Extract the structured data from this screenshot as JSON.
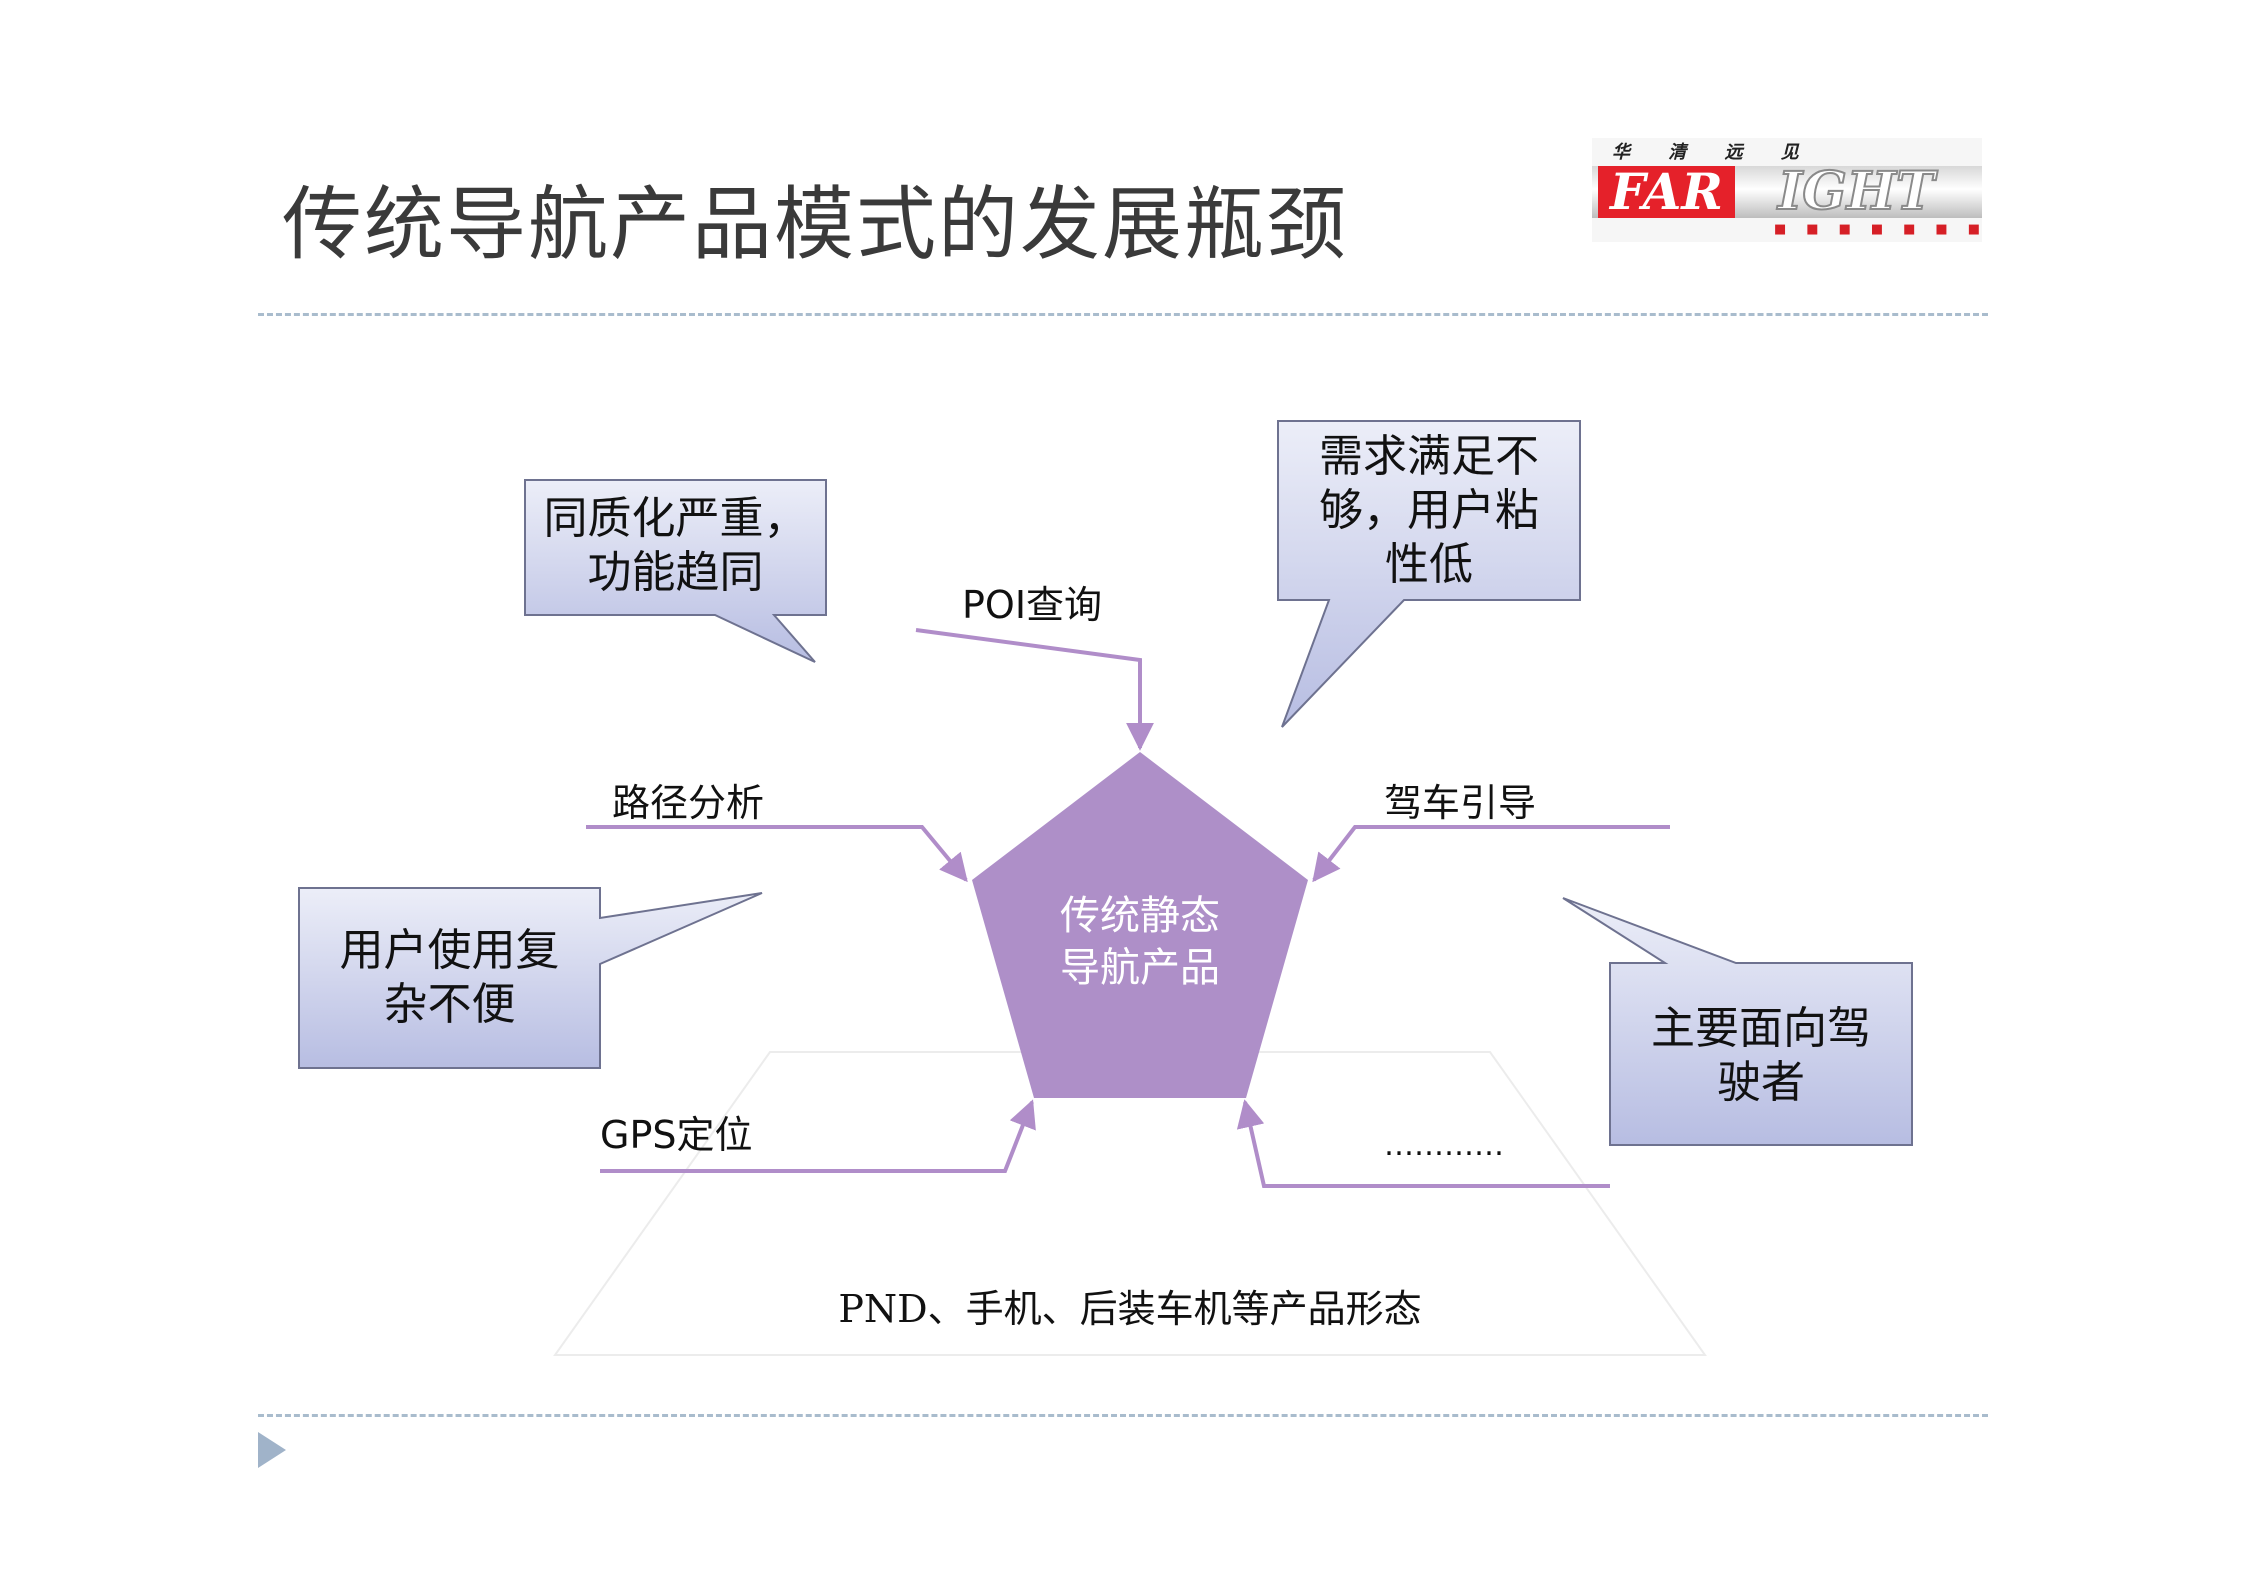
{
  "title": "传统导航产品模式的发展瓶颈",
  "logo": {
    "top_text": "华 清 远 见",
    "brand_left": "FAR",
    "brand_right": "IGHT"
  },
  "center": {
    "line1": "传统静态",
    "line2": "导航产品"
  },
  "inputs": {
    "poi": "POI查询",
    "route": "路径分析",
    "guide": "驾车引导",
    "gps": "GPS定位",
    "more": "…………"
  },
  "callouts": {
    "homogeneous": {
      "line1": "同质化严重，",
      "line2": "功能趋同"
    },
    "demand": {
      "line1": "需求满足不",
      "line2": "够，用户粘",
      "line3": "性低"
    },
    "complex": {
      "line1": "用户使用复",
      "line2": "杂不便"
    },
    "drivers": {
      "line1": "主要面向驾",
      "line2": "驶者"
    }
  },
  "base_text": "PND、手机、后装车机等产品形态",
  "colors": {
    "pentagon": "#ae8fc8",
    "arrow": "#b08dc9",
    "callout_fill_top": "#eceef8",
    "callout_fill_bottom": "#b7bde2",
    "callout_border": "#6e7290",
    "divider": "#a9bccd",
    "logo_red": "#e5212a"
  }
}
